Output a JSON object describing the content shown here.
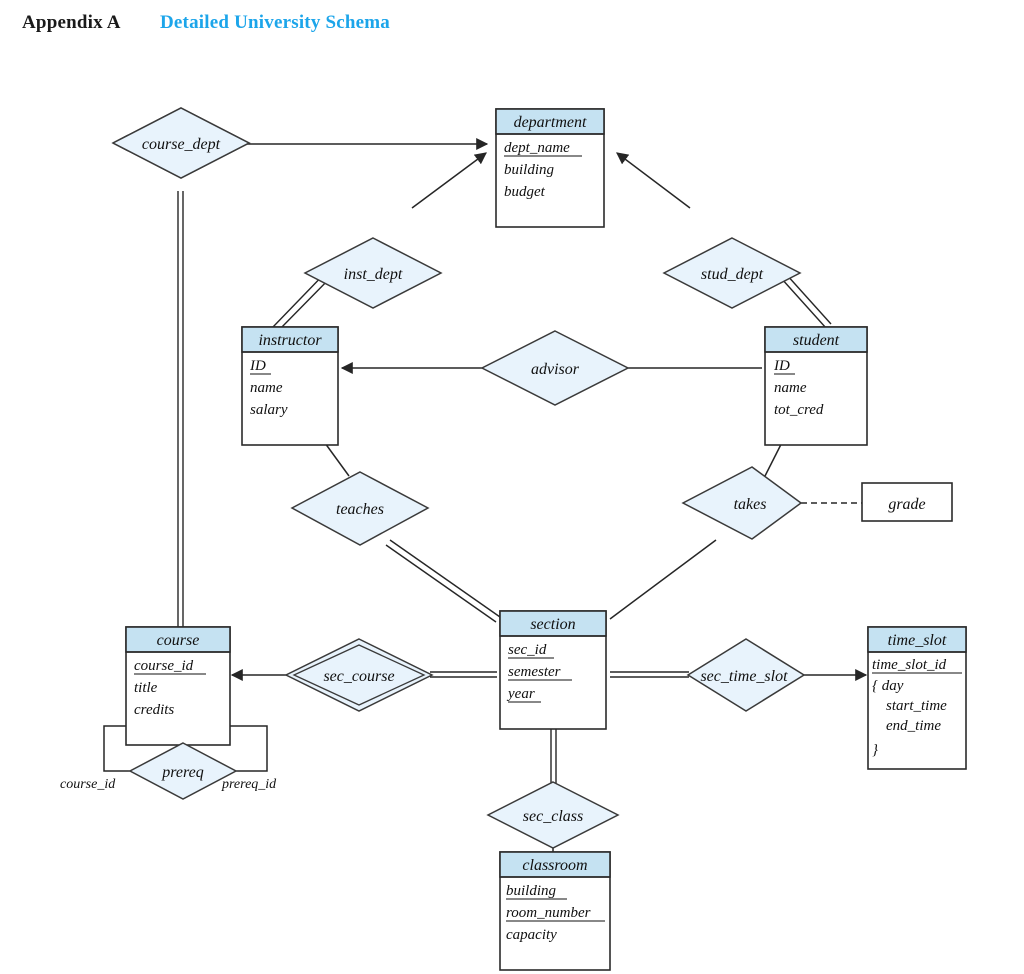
{
  "header": {
    "appendix": "Appendix A",
    "title": "Detailed University Schema"
  },
  "diagram": {
    "type": "entity-relationship-diagram",
    "entities": [
      {
        "id": "department",
        "name": "department",
        "attributes": [
          "dept_name",
          "building",
          "budget"
        ],
        "primary_key": [
          "dept_name"
        ]
      },
      {
        "id": "instructor",
        "name": "instructor",
        "attributes": [
          "ID",
          "name",
          "salary"
        ],
        "primary_key": [
          "ID"
        ]
      },
      {
        "id": "student",
        "name": "student",
        "attributes": [
          "ID",
          "name",
          "tot_cred"
        ],
        "primary_key": [
          "ID"
        ]
      },
      {
        "id": "course",
        "name": "course",
        "attributes": [
          "course_id",
          "title",
          "credits"
        ],
        "primary_key": [
          "course_id"
        ]
      },
      {
        "id": "section",
        "name": "section",
        "attributes": [
          "sec_id",
          "semester",
          "year"
        ],
        "primary_key": [
          "sec_id",
          "semester",
          "year"
        ]
      },
      {
        "id": "time_slot",
        "name": "time_slot",
        "attributes": [
          "time_slot_id",
          "{ day",
          "start_time",
          "end_time",
          "}"
        ],
        "primary_key": [
          "time_slot_id"
        ],
        "multivalued_group": [
          "day",
          "start_time",
          "end_time"
        ]
      },
      {
        "id": "classroom",
        "name": "classroom",
        "attributes": [
          "building",
          "room_number",
          "capacity"
        ],
        "primary_key": [
          "building",
          "room_number"
        ]
      }
    ],
    "relationships": [
      {
        "id": "course_dept",
        "name": "course_dept",
        "identifying": false
      },
      {
        "id": "inst_dept",
        "name": "inst_dept",
        "identifying": false
      },
      {
        "id": "stud_dept",
        "name": "stud_dept",
        "identifying": false
      },
      {
        "id": "advisor",
        "name": "advisor",
        "identifying": false
      },
      {
        "id": "teaches",
        "name": "teaches",
        "identifying": false
      },
      {
        "id": "takes",
        "name": "takes",
        "identifying": false
      },
      {
        "id": "sec_course",
        "name": "sec_course",
        "identifying": true
      },
      {
        "id": "sec_time_slot",
        "name": "sec_time_slot",
        "identifying": false
      },
      {
        "id": "sec_class",
        "name": "sec_class",
        "identifying": false
      },
      {
        "id": "prereq",
        "name": "prereq",
        "identifying": false
      }
    ],
    "relationship_attributes": [
      {
        "id": "grade",
        "name": "grade",
        "owner": "takes"
      }
    ],
    "role_labels": [
      {
        "id": "course_id_role",
        "name": "course_id",
        "relationship": "prereq"
      },
      {
        "id": "prereq_id_role",
        "name": "prereq_id",
        "relationship": "prereq"
      }
    ],
    "colors": {
      "entity_header": "#c5e2f2",
      "entity_body": "#ffffff",
      "diamond_fill": "#e8f3fc",
      "line": "#262626",
      "title_accent": "#1ca5ea"
    }
  }
}
